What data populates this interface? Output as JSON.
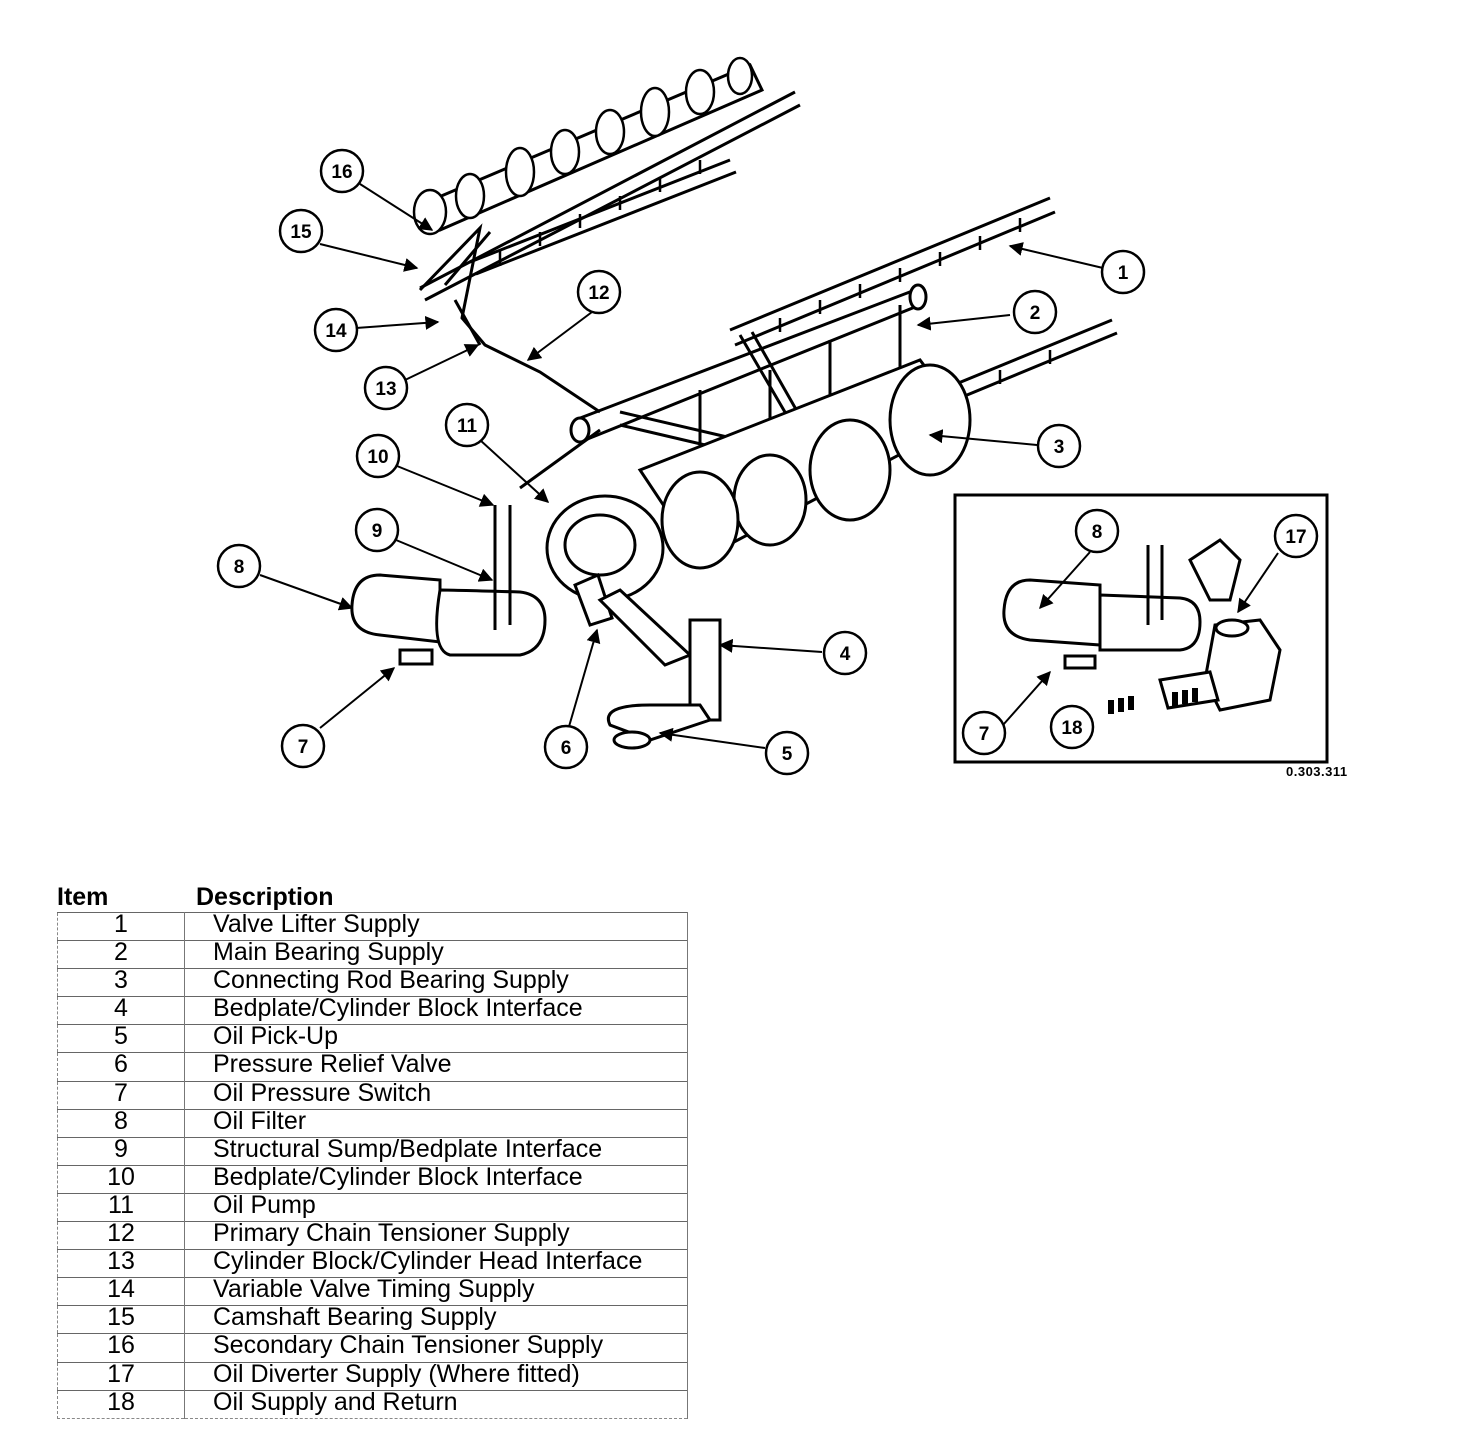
{
  "figure": {
    "reference_code": "0.303.311",
    "callouts": [
      {
        "label": "1"
      },
      {
        "label": "2"
      },
      {
        "label": "3"
      },
      {
        "label": "4"
      },
      {
        "label": "5"
      },
      {
        "label": "6"
      },
      {
        "label": "7"
      },
      {
        "label": "8"
      },
      {
        "label": "9"
      },
      {
        "label": "10"
      },
      {
        "label": "11"
      },
      {
        "label": "12"
      },
      {
        "label": "13"
      },
      {
        "label": "14"
      },
      {
        "label": "15"
      },
      {
        "label": "16"
      }
    ],
    "inset_callouts": [
      {
        "label": "8"
      },
      {
        "label": "17"
      },
      {
        "label": "7"
      },
      {
        "label": "18"
      }
    ]
  },
  "legend": {
    "header_item": "Item",
    "header_description": "Description",
    "rows": [
      {
        "item": "1",
        "description": "Valve Lifter Supply"
      },
      {
        "item": "2",
        "description": "Main Bearing Supply"
      },
      {
        "item": "3",
        "description": "Connecting Rod Bearing Supply"
      },
      {
        "item": "4",
        "description": "Bedplate/Cylinder Block Interface"
      },
      {
        "item": "5",
        "description": "Oil Pick-Up"
      },
      {
        "item": "6",
        "description": "Pressure Relief Valve"
      },
      {
        "item": "7",
        "description": "Oil Pressure Switch"
      },
      {
        "item": "8",
        "description": "Oil Filter"
      },
      {
        "item": "9",
        "description": "Structural Sump/Bedplate Interface"
      },
      {
        "item": "10",
        "description": "Bedplate/Cylinder Block Interface"
      },
      {
        "item": "11",
        "description": "Oil Pump"
      },
      {
        "item": "12",
        "description": "Primary Chain Tensioner Supply"
      },
      {
        "item": "13",
        "description": "Cylinder Block/Cylinder Head Interface"
      },
      {
        "item": "14",
        "description": "Variable Valve Timing Supply"
      },
      {
        "item": "15",
        "description": "Camshaft Bearing Supply"
      },
      {
        "item": "16",
        "description": "Secondary Chain Tensioner Supply"
      },
      {
        "item": "17",
        "description": "Oil Diverter Supply (Where fitted)"
      },
      {
        "item": "18",
        "description": "Oil Supply and Return"
      }
    ]
  }
}
